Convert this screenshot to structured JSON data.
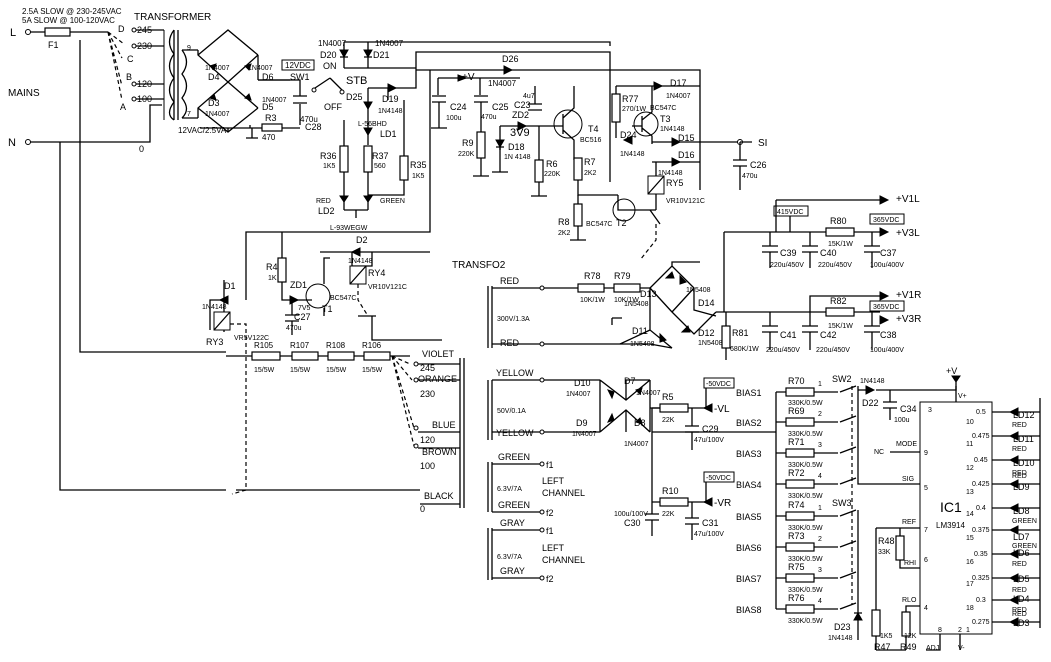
{
  "notes": {
    "line1": "2.5A SLOW @ 230-245VAC",
    "line2": "5A SLOW @ 100-120VAC"
  },
  "mains": {
    "label": "MAINS",
    "l": "L",
    "n": "N",
    "fuse": "F1"
  },
  "transformer": {
    "title": "TRANSFORMER",
    "taps": [
      "245",
      "230",
      "120",
      "100"
    ],
    "tap_letters": [
      "D",
      "C",
      "B",
      "A"
    ],
    "zero": "0",
    "pin9": "9",
    "pin7": "7",
    "secondary": "12VAC/2.5VA"
  },
  "aux_supply": {
    "d3": "D3",
    "d4": "D4",
    "d5": "D5",
    "d6": "D6",
    "dtype": "1N4007",
    "vbox": "12VDC",
    "r3": "R3",
    "r3v": "470",
    "c28": "C28",
    "c28v": "470u",
    "sw1": "SW1",
    "on": "ON",
    "off": "OFF",
    "stby": "STB",
    "d20": "D20",
    "d21": "D21",
    "d25": "D25",
    "d19": "D19",
    "d19t": "1N4148",
    "ld1": "LD1",
    "ld1t": "L-56BHD",
    "r36": "R36",
    "r36v": "1K5",
    "r37": "R37",
    "r37v": "560",
    "r35": "R35",
    "r35v": "1K5",
    "ld2": "LD2",
    "red": "RED",
    "green": "GREEN",
    "ld2t": "L-93WEGW"
  },
  "delay": {
    "vplus": "+V",
    "d26": "D26",
    "d26t": "1N4007",
    "c24": "C24",
    "c24v": "100u",
    "c25": "C25",
    "c25v": "470u",
    "c23": "C23",
    "c23v": "4u7",
    "zd2": "ZD2",
    "zd2v": "3V9",
    "r9": "R9",
    "r9v": "220K",
    "d18": "D18",
    "d18t": "1N 4148",
    "r6": "R6",
    "r6v": "220K",
    "r7": "R7",
    "r7v": "2K2",
    "t4": "T4",
    "t4t": "BC516",
    "r77": "R77",
    "r77v": "270/1W",
    "t3": "T3",
    "t3t": "BC547C",
    "d17": "D17",
    "d17t": "1N4007",
    "d24": "D24",
    "d24t": "1N4148",
    "d15": "D15",
    "d15t": "1N4148",
    "d16": "D16",
    "d16t": "1N4148",
    "si": "SI",
    "c26": "C26",
    "c26v": "470u",
    "ry5": "RY5",
    "ry5t": "VR10V121C",
    "r8": "R8",
    "r8v": "2K2",
    "t2": "T2",
    "t2t": "BC547C"
  },
  "protect": {
    "r4": "R4",
    "r4v": "1K",
    "zd1": "ZD1",
    "zd1v": "7V5",
    "c27": "C27",
    "c27v": "470u",
    "t1": "T1",
    "t1t": "BC547C",
    "d2": "D2",
    "d2t": "1N4148",
    "ry4": "RY4",
    "ry4t": "VR10V121C",
    "d1": "D1",
    "d1t": "1N4148",
    "ry3": "RY3",
    "ry3t": "VR5V122C",
    "r105": "R105",
    "r107": "R107",
    "r108": "R108",
    "r106": "R106",
    "rv": "15/5W"
  },
  "transfo2": {
    "title": "TRANSFO2",
    "w1": "300V/1.3A",
    "w2": "50V/0.1A",
    "w3": "6.3V/7A",
    "w4": "6.3V/7A",
    "violet": "VIOLET",
    "orange": "ORANGE",
    "blue": "BLUE",
    "brown": "BROWN",
    "black": "BLACK",
    "t245": "245",
    "t230": "230",
    "t120": "120",
    "t100": "100",
    "t0": "0",
    "red": "RED",
    "yellow": "YELLOW",
    "green": "GREEN",
    "gray": "GRAY",
    "f1": "f1",
    "f2": "f2",
    "left": "LEFT",
    "channel": "CHANNEL"
  },
  "hv": {
    "r78": "R78",
    "r79": "R79",
    "rv": "10K/1W",
    "d13": "D13",
    "d14": "D14",
    "d11": "D11",
    "d12": "D12",
    "dt": "1N5408",
    "r81": "R81",
    "r81v": "680K/1W",
    "c39": "C39",
    "c40": "C40",
    "c41": "C41",
    "c42": "C42",
    "cv": "220u/450V",
    "c37": "C37",
    "c38": "C38",
    "cv2": "100u/400V",
    "r80": "R80",
    "r82": "R82",
    "rv2": "15K/1W",
    "b415": "415VDC",
    "b365a": "365VDC",
    "b365b": "365VDC",
    "v1l": "+V1L",
    "v3l": "+V3L",
    "v1r": "+V1R",
    "v3r": "+V3R"
  },
  "bias": {
    "d7": "D7",
    "d8": "D8",
    "d9": "D9",
    "d10": "D10",
    "dt": "1N4007",
    "r5": "R5",
    "r5v": "22K",
    "r10": "R10",
    "r10v": "22K",
    "c29": "C29",
    "c31": "C31",
    "cv": "47u/100V",
    "c30": "C30",
    "c30v": "100u/100V",
    "vbox1": "-50VDC",
    "vbox2": "-50VDC",
    "vl": "-VL",
    "vr": "-VR",
    "labels": [
      "BIAS1",
      "BIAS2",
      "BIAS3",
      "BIAS4",
      "BIAS5",
      "BIAS6",
      "BIAS7",
      "BIAS8"
    ],
    "resistors": [
      "R70",
      "R69",
      "R71",
      "R72",
      "R74",
      "R73",
      "R75",
      "R76"
    ],
    "rv": "330K/0.5W",
    "nums": [
      "1",
      "2",
      "3",
      "4",
      "1",
      "2",
      "3",
      "4"
    ],
    "sw2": "SW2",
    "sw3": "SW3",
    "d22": "D22",
    "d22t": "1N4148",
    "d23": "D23",
    "d23t": "1N4148",
    "c34": "C34",
    "c34v": "100u"
  },
  "meter": {
    "vplus": "+V",
    "ic": "IC1",
    "ict": "LM3914",
    "vp": "V+",
    "vm": "V-",
    "mode": "MODE",
    "nc": "NC",
    "sig": "SIG",
    "ref": "REF",
    "rhi": "RHI",
    "rlo": "RLO",
    "adj": "ADJ",
    "r48": "R48",
    "r48v": "33K",
    "r47": "R47",
    "r47v": "1K5",
    "r49": "R49",
    "r49v": "12K",
    "pin3": "3",
    "pin9": "9",
    "pin5": "5",
    "pin7": "7",
    "pin6": "6",
    "pin4": "4",
    "pin8": "8",
    "pin2": "2",
    "pin1": "1",
    "leds": [
      {
        "pin": "10",
        "val": "0.5",
        "name": "LD12",
        "color": "RED"
      },
      {
        "pin": "11",
        "val": "0.475",
        "name": "LD11",
        "color": "RED"
      },
      {
        "pin": "12",
        "val": "0.45",
        "name": "LD10",
        "color": "RED"
      },
      {
        "pin": "13",
        "val": "0.425",
        "name": "LD9",
        "color": "RED"
      },
      {
        "pin": "14",
        "val": "0.4",
        "name": "LD8",
        "color": "GREEN"
      },
      {
        "pin": "15",
        "val": "0.375",
        "name": "LD7",
        "color": "GREEN"
      },
      {
        "pin": "16",
        "val": "0.35",
        "name": "LD6",
        "color": "RED"
      },
      {
        "pin": "17",
        "val": "0.325",
        "name": "LD5",
        "color": "RED"
      },
      {
        "pin": "18",
        "val": "0.3",
        "name": "LD4",
        "color": "RED"
      },
      {
        "pin": "1",
        "val": "0.275",
        "name": "LD3",
        "color": "RED"
      }
    ]
  }
}
